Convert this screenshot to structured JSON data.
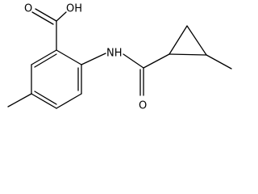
{
  "diagram": {
    "type": "chemical-structure",
    "atom_labels": {
      "carboxyl_oxygen": "O",
      "hydroxyl": "OH",
      "amine": "NH",
      "amide_oxygen": "O"
    }
  }
}
